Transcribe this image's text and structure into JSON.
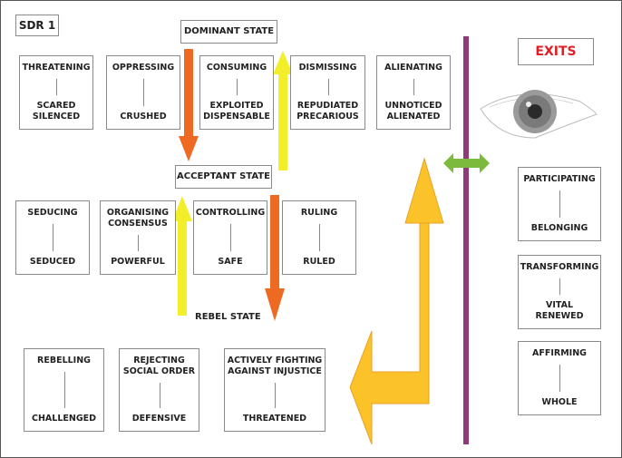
{
  "title": "SDR 1",
  "states": {
    "dominant": "DOMINANT STATE",
    "acceptant": "ACCEPTANT STATE",
    "rebel": "REBEL STATE"
  },
  "exits_label": "EXITS",
  "colors": {
    "orange_arrow": "#ee6a22",
    "yellow_arrow": "#f2ee2a",
    "gold_arrow": "#fbc22a",
    "divider": "#8e3a78",
    "green_arrow": "#7cba3e",
    "exits_text": "#e02027"
  },
  "dominant_row": [
    {
      "action": "THREATENING",
      "result": "SCARED\nSILENCED"
    },
    {
      "action": "OPPRESSING",
      "result": "CRUSHED"
    },
    {
      "action": "CONSUMING",
      "result": "EXPLOITED\nDISPENSABLE"
    },
    {
      "action": "DISMISSING",
      "result": "REPUDIATED\nPRECARIOUS"
    },
    {
      "action": "ALIENATING",
      "result": "UNNOTICED\nALIENATED"
    }
  ],
  "acceptant_row": [
    {
      "action": "SEDUCING",
      "result": "SEDUCED"
    },
    {
      "action": "ORGANISING\nCONSENSUS",
      "result": "POWERFUL"
    },
    {
      "action": "CONTROLLING",
      "result": "SAFE"
    },
    {
      "action": "RULING",
      "result": "RULED"
    }
  ],
  "rebel_row": [
    {
      "action": "REBELLING",
      "result": "CHALLENGED"
    },
    {
      "action": "REJECTING\nSOCIAL ORDER",
      "result": "DEFENSIVE"
    },
    {
      "action": "ACTIVELY FIGHTING\nAGAINST INJUSTICE",
      "result": "THREATENED"
    }
  ],
  "exits": [
    {
      "action": "PARTICIPATING",
      "result": "BELONGING"
    },
    {
      "action": "TRANSFORMING",
      "result": "VITAL\nRENEWED"
    },
    {
      "action": "AFFIRMING",
      "result": "WHOLE"
    }
  ],
  "icons": {
    "eye": "eye-icon"
  }
}
